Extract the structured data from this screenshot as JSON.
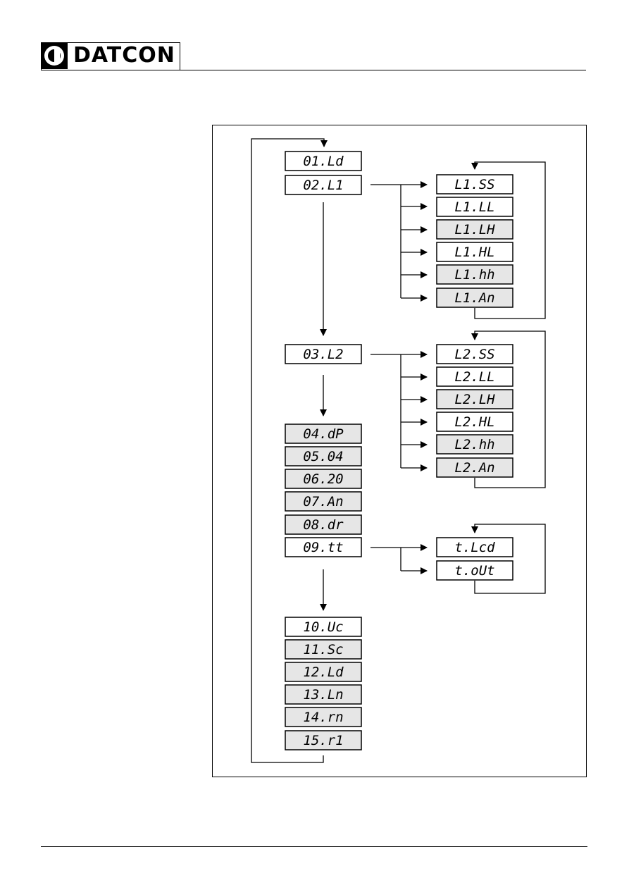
{
  "header": {
    "brand": "DATCON"
  },
  "menu": {
    "main": [
      {
        "label": "01.Ld",
        "shaded": false
      },
      {
        "label": "02.L1",
        "shaded": false
      },
      {
        "label": "03.L2",
        "shaded": false
      },
      {
        "label": "04.dP",
        "shaded": true
      },
      {
        "label": "05.04",
        "shaded": true
      },
      {
        "label": "06.20",
        "shaded": true
      },
      {
        "label": "07.An",
        "shaded": true
      },
      {
        "label": "08.dr",
        "shaded": true
      },
      {
        "label": "09.tt",
        "shaded": false
      },
      {
        "label": "10.Uc",
        "shaded": false
      },
      {
        "label": "11.Sc",
        "shaded": true
      },
      {
        "label": "12.Ld",
        "shaded": true
      },
      {
        "label": "13.Ln",
        "shaded": true
      },
      {
        "label": "14.rn",
        "shaded": true
      },
      {
        "label": "15.r1",
        "shaded": true
      }
    ],
    "l1_sub": [
      {
        "label": "L1.SS",
        "shaded": false
      },
      {
        "label": "L1.LL",
        "shaded": false
      },
      {
        "label": "L1.LH",
        "shaded": true
      },
      {
        "label": "L1.HL",
        "shaded": false
      },
      {
        "label": "L1.hh",
        "shaded": true
      },
      {
        "label": "L1.An",
        "shaded": true
      }
    ],
    "l2_sub": [
      {
        "label": "L2.SS",
        "shaded": false
      },
      {
        "label": "L2.LL",
        "shaded": false
      },
      {
        "label": "L2.LH",
        "shaded": true
      },
      {
        "label": "L2.HL",
        "shaded": false
      },
      {
        "label": "L2.hh",
        "shaded": true
      },
      {
        "label": "L2.An",
        "shaded": true
      }
    ],
    "t_sub": [
      {
        "label": "t.Lcd",
        "shaded": false
      },
      {
        "label": "t.oUt",
        "shaded": false
      }
    ]
  },
  "colors": {
    "shaded": "#e6e6e6",
    "plain": "#ffffff",
    "line": "#000000"
  }
}
